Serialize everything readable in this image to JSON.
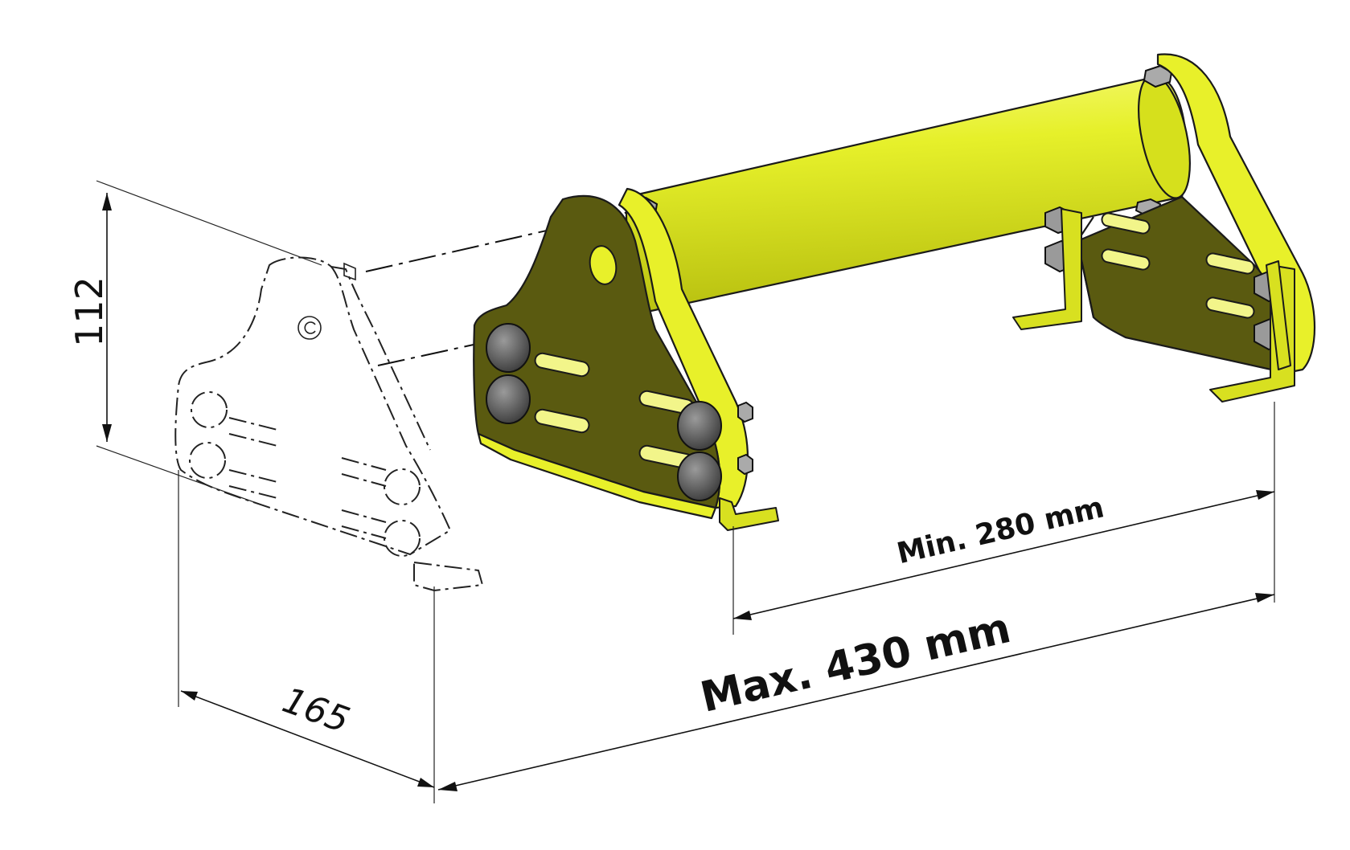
{
  "dimensions": {
    "height": "112",
    "depth": "165",
    "min_width": "Min. 280 mm",
    "max_width": "Max. 430 mm"
  },
  "colors": {
    "part_yellow": "#e8f02a",
    "plate_shadow": "#5a5a10",
    "line": "#111111"
  }
}
